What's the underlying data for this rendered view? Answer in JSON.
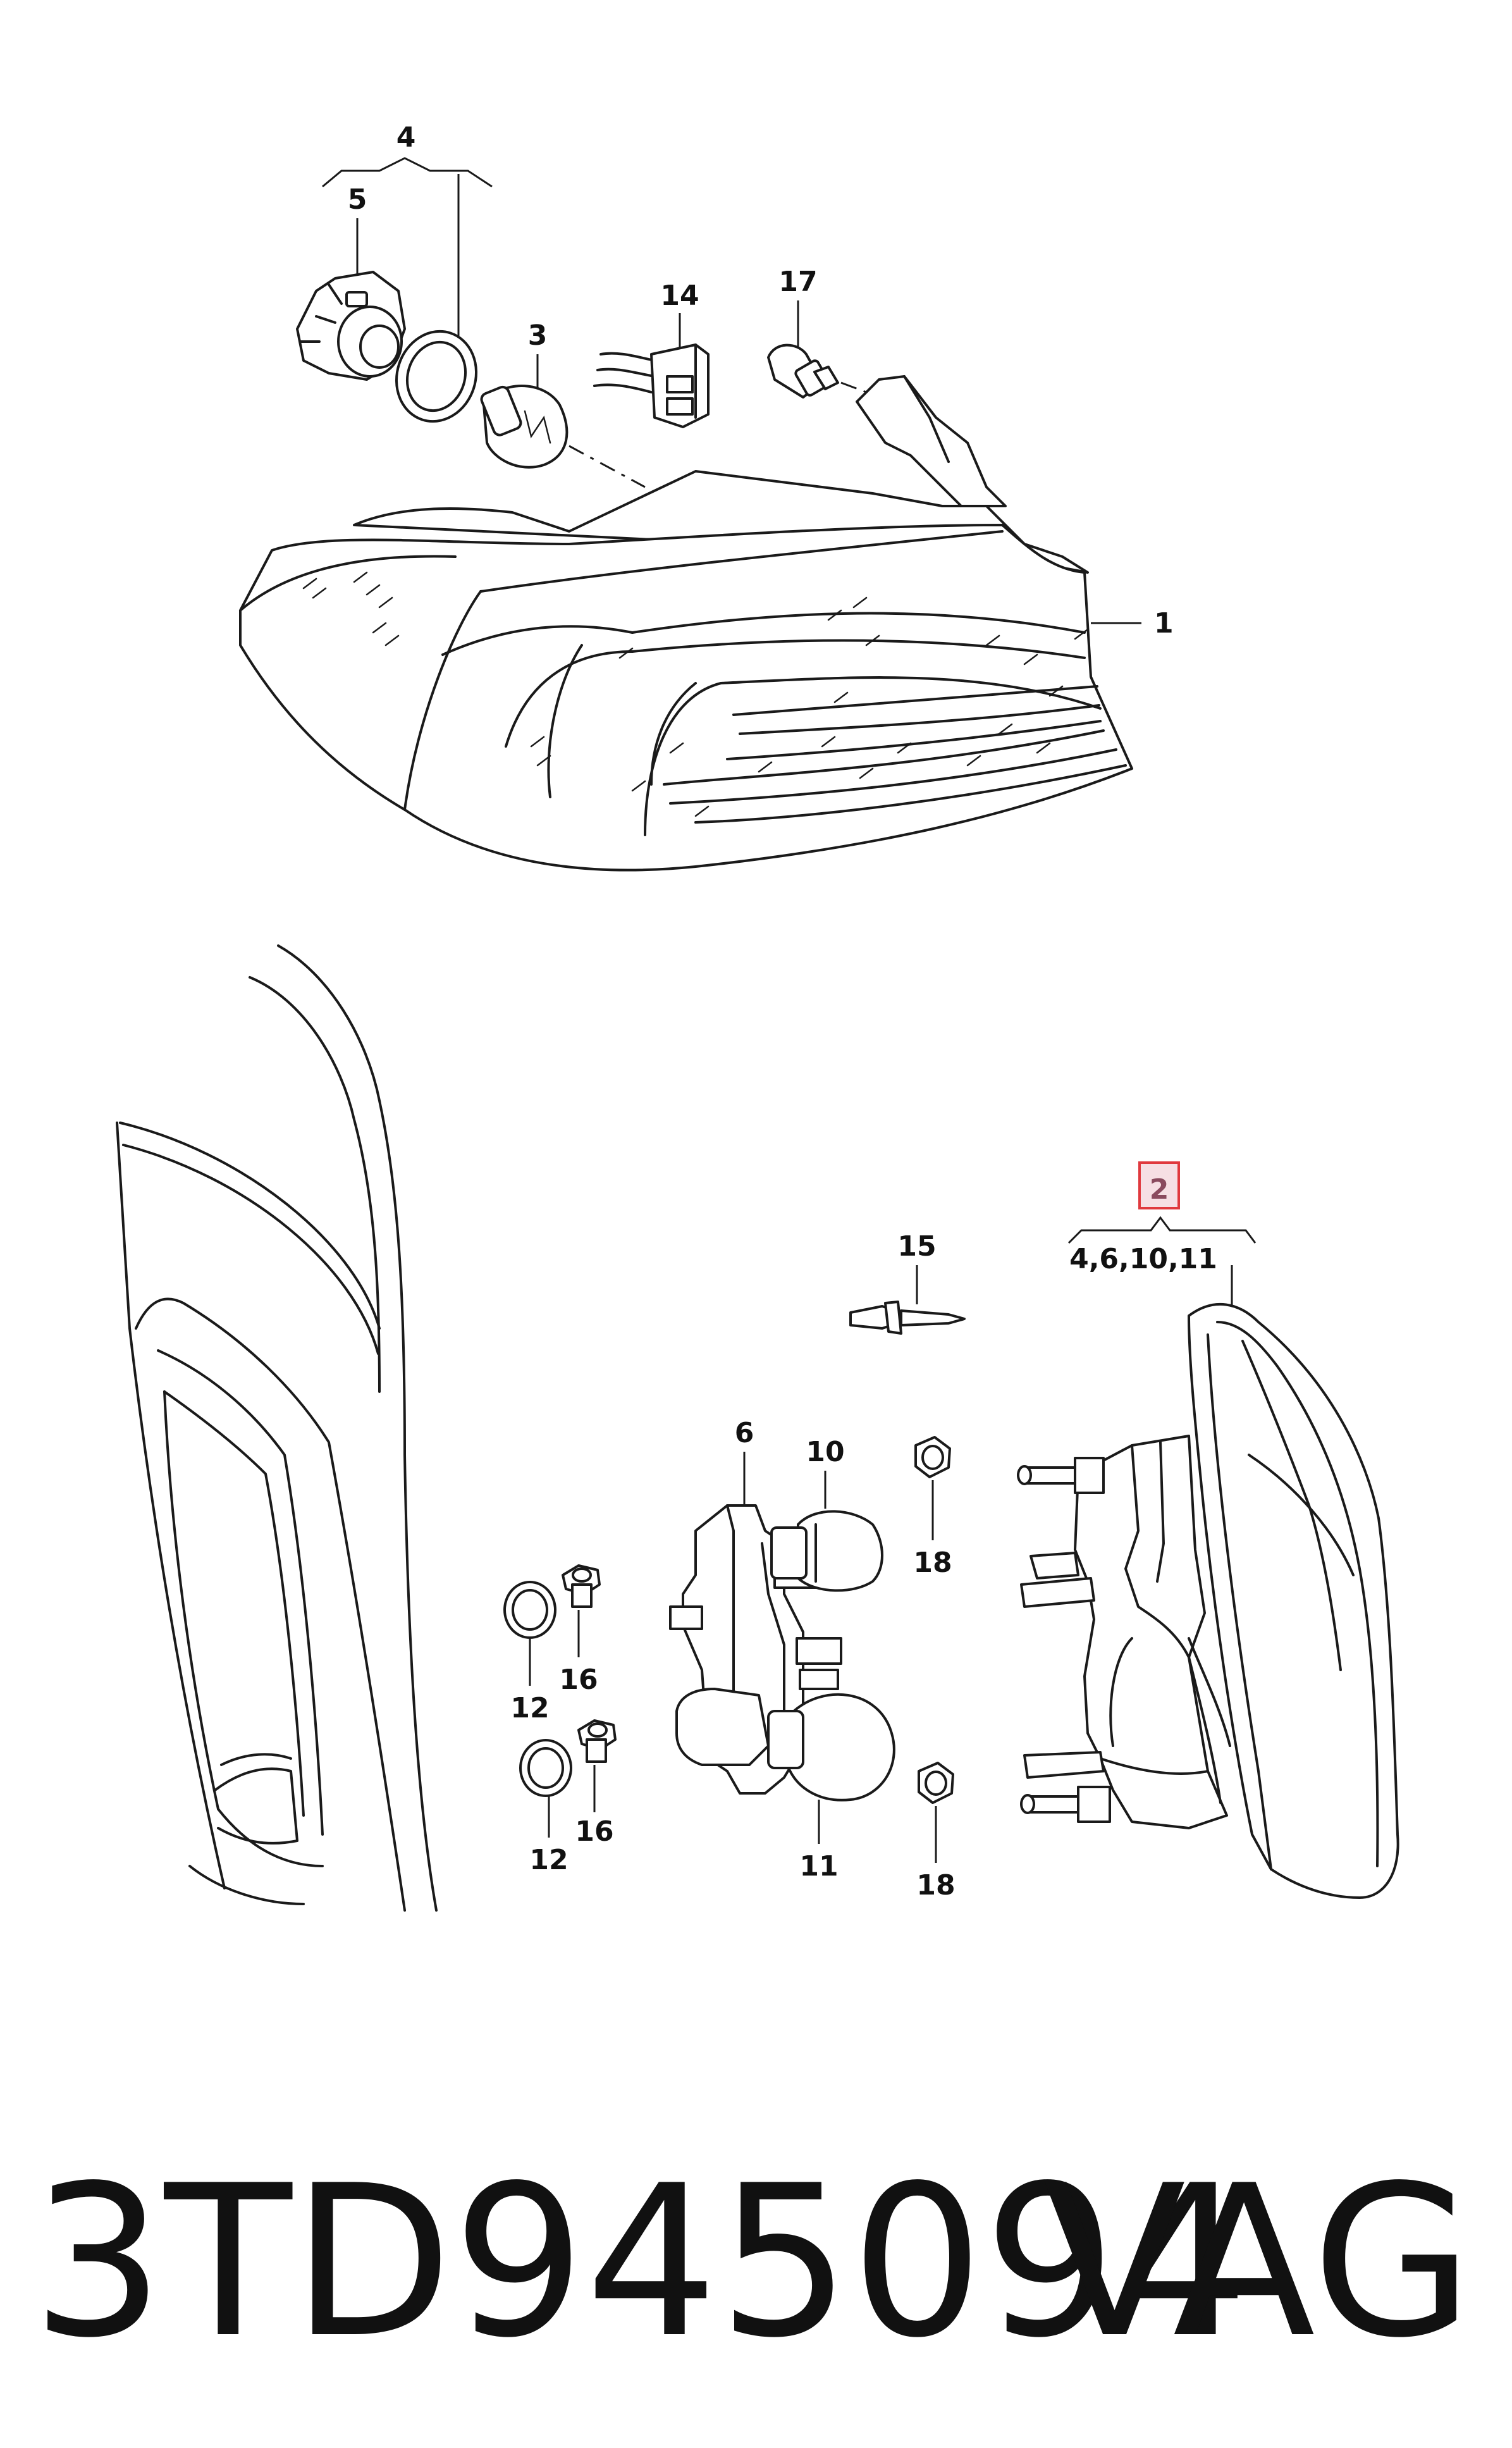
{
  "callouts": {
    "c1": "1",
    "c2": "2",
    "c3": "3",
    "c4": "4",
    "c5": "5",
    "c6": "6",
    "c10": "10",
    "c11": "11",
    "c12a": "12",
    "c12b": "12",
    "c14": "14",
    "c15": "15",
    "c16a": "16",
    "c16b": "16",
    "c17": "17",
    "c18a": "18",
    "c18b": "18",
    "group2": "4,6,10,11"
  },
  "footer": {
    "part_number": "3TD945094",
    "brand": "VAG"
  },
  "colors": {
    "line": "#1a1a1a",
    "highlight_box": "#e0393e",
    "highlight_fill": "#f6dfe4"
  }
}
